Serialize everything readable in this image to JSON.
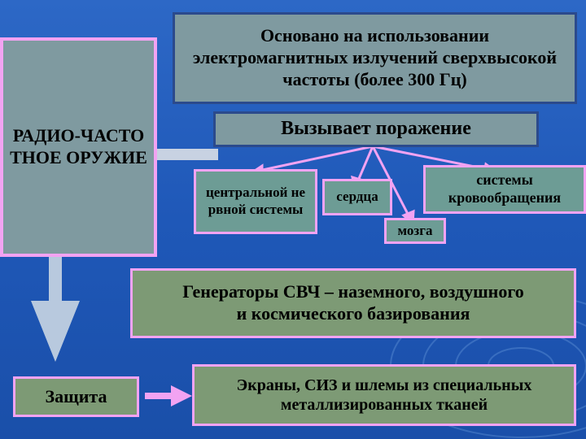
{
  "radio_weapon": "РАДИО-ЧАСТОТНОЕ ОРУЖИЕ",
  "principle": "Основано на использовании электромагнитных излучений сверхвысокой частоты (более 300 Гц)",
  "causes_damage": "Вызывает поражение",
  "targets": {
    "cns": "центральной нервной системы",
    "heart": "сердца",
    "brain": "мозга",
    "circulation": "системы кровообращения"
  },
  "generators": "Генераторы СВЧ – наземного, воздушного и космического базирования",
  "protection": "Защита",
  "screens": "Экраны, СИЗ и шлемы из специальных металлизированных тканей",
  "colors": {
    "background": "#2368c4",
    "grey_box": "#7f9aa0",
    "green_box": "#7d9a75",
    "pink_accent": "#f2a3f2",
    "arrow_pale": "#bdd0e6"
  }
}
